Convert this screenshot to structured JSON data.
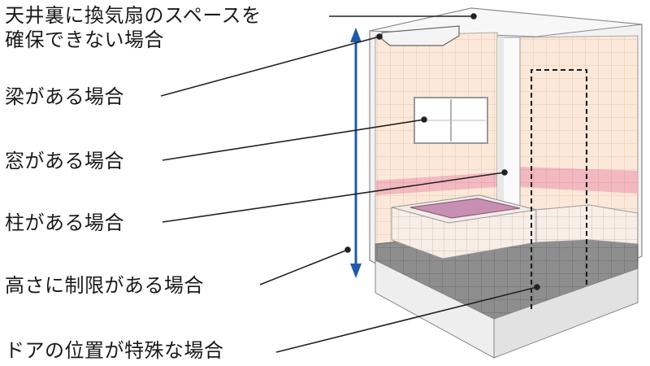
{
  "labels": {
    "ceiling": "天井裏に換気扇のスペースを\n確保できない場合",
    "beam": "梁がある場合",
    "window": "窓がある場合",
    "pillar": "柱がある場合",
    "height": "高さに制限がある場合",
    "door": "ドアの位置が特殊な場合"
  },
  "colors": {
    "tile_wall": "#fbe8d8",
    "tile_grid": "#e5c8b3",
    "accent_band": "#f3b9c0",
    "tub_inner": "#c98fb3",
    "floor": "#8e8e8e",
    "height_arrow": "#1f5aa6",
    "leader_line": "#222222"
  }
}
